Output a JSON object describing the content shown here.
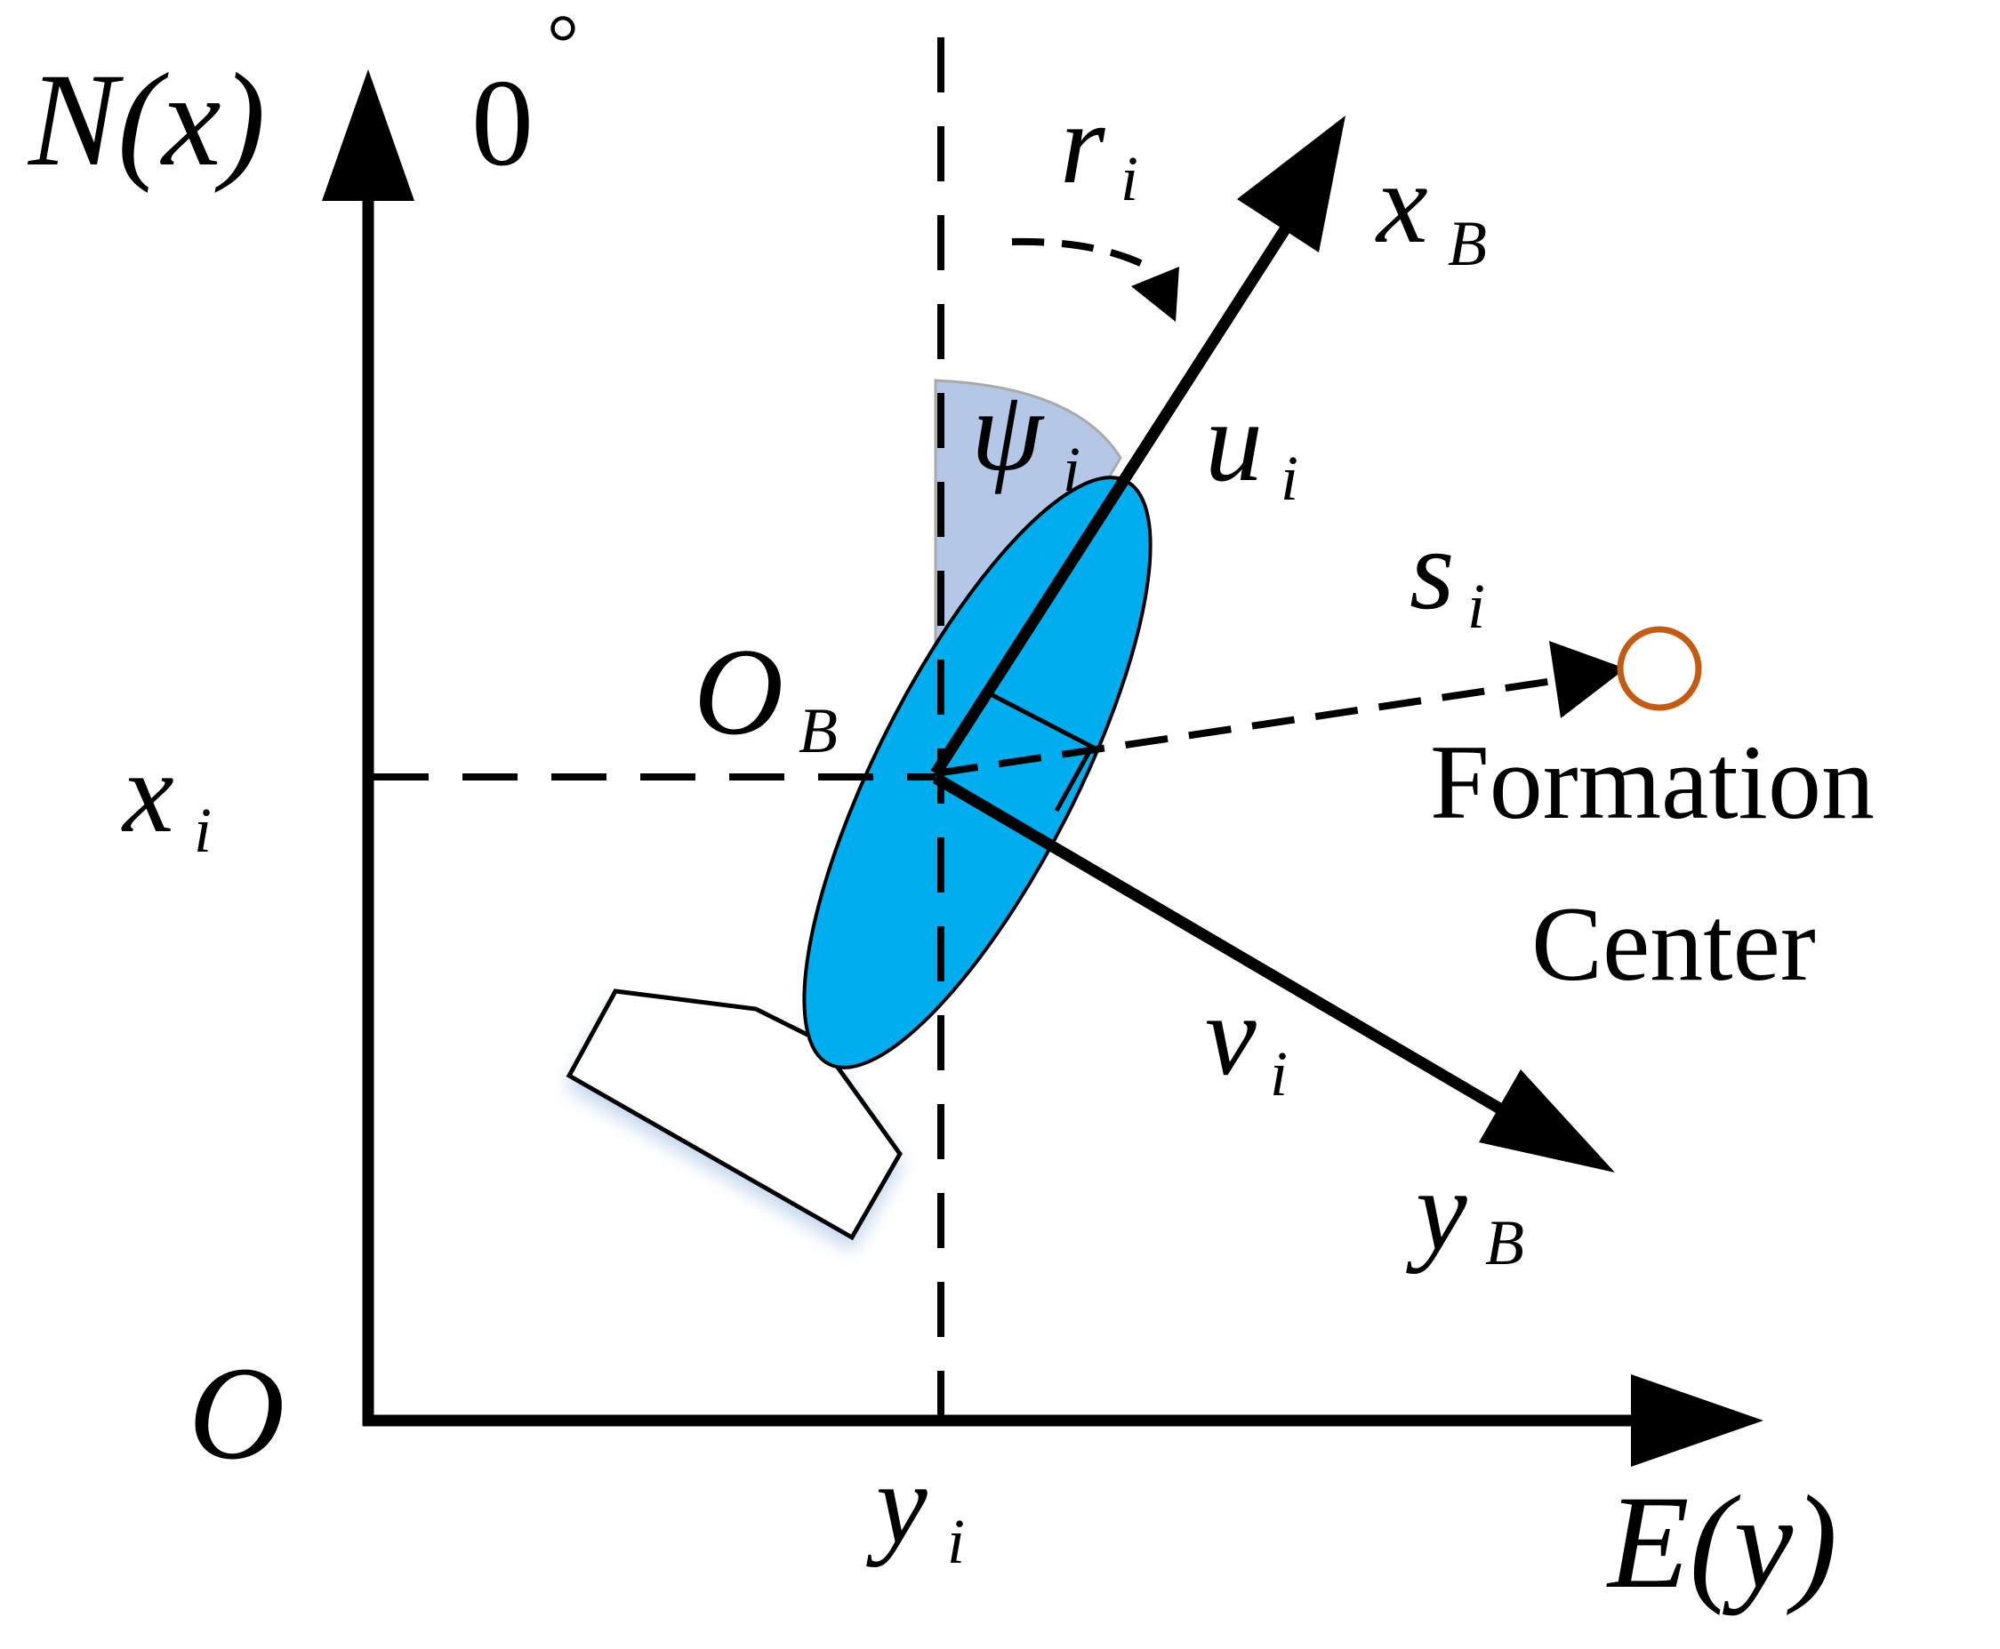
{
  "labels": {
    "north_axis": {
      "main": "N(x)"
    },
    "zero_heading": {
      "main": "0",
      "sup": "°"
    },
    "yaw_rate": {
      "main": "r",
      "sub": "i"
    },
    "x_body_axis": {
      "main": "x",
      "sub": "B"
    },
    "heading_angle": {
      "main": "ψ",
      "sub": "i"
    },
    "surge_velocity": {
      "main": "u",
      "sub": "i"
    },
    "distance": {
      "main": "s",
      "sub": "i"
    },
    "body_origin": {
      "main": "O",
      "sub": "B"
    },
    "x_position": {
      "main": "x",
      "sub": "i"
    },
    "formation_center_line1": "Formation",
    "formation_center_line2": "Center",
    "sway_velocity": {
      "main": "v",
      "sub": "i"
    },
    "y_body_axis": {
      "main": "y",
      "sub": "B"
    },
    "origin": {
      "main": "O"
    },
    "y_position": {
      "main": "y",
      "sub": "i"
    },
    "east_axis": {
      "main": "E(y)"
    }
  },
  "colors": {
    "hull_fill": "#00AEEF",
    "heading_sector_fill": "#B4C7E7",
    "formation_center_stroke": "#C55A11",
    "lines": "#000000"
  }
}
